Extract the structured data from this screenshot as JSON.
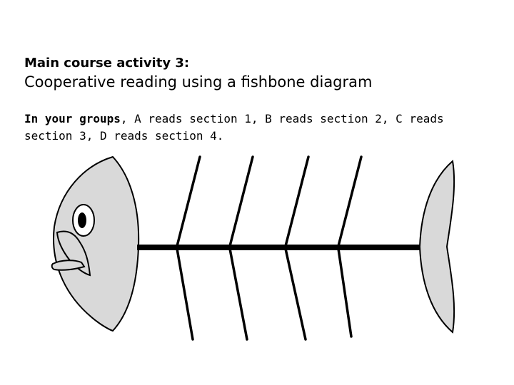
{
  "slide": {
    "activity_label": "Main course activity 3:",
    "activity_title": "Cooperative reading using a fishbone diagram",
    "instructions": {
      "emphasis": "In your groups",
      "text": ", A reads section 1, B reads section 2, C reads section 3, D reads section 4."
    }
  },
  "diagram": {
    "fish_color": "#d9d9d9",
    "outline_color": "#000000",
    "upper_bone_count": 4,
    "lower_bone_count": 4
  }
}
